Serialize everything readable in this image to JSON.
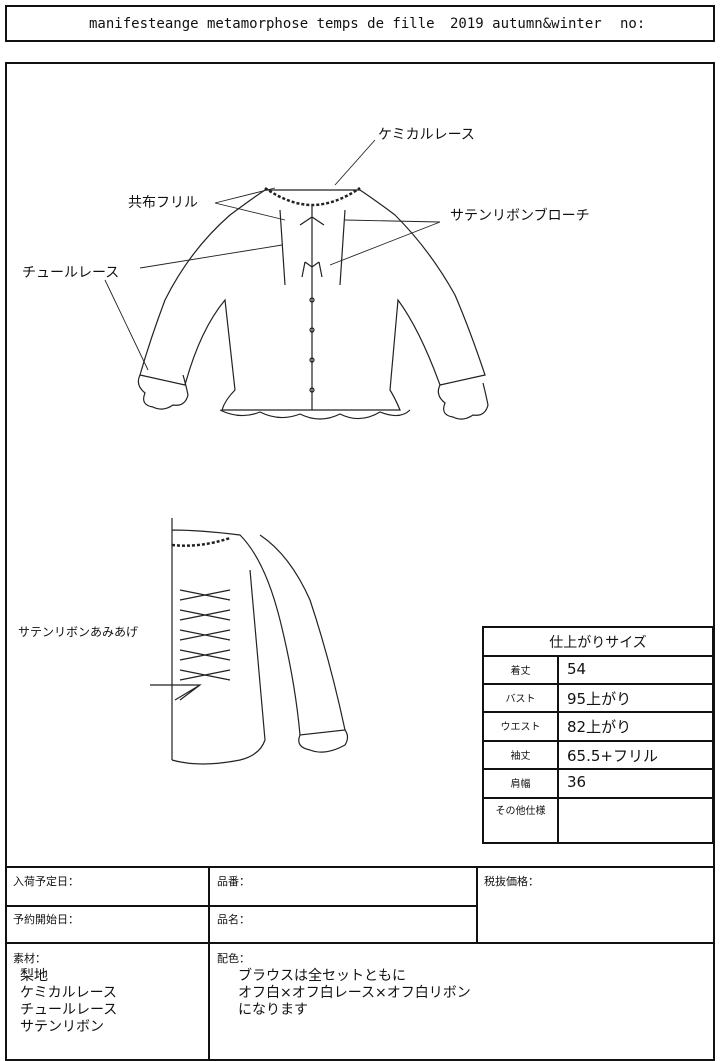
{
  "header": {
    "brand": "manifesteange metamorphose temps de fille",
    "season": "2019  autumn&winter",
    "no_label": "no:"
  },
  "annotations": {
    "chemical_lace": "ケミカルレース",
    "self_frill": "共布フリル",
    "satin_brooch": "サテンリボンブローチ",
    "tulle_lace": "チュールレース",
    "satin_lacing": "サテンリボンあみあげ"
  },
  "size_table": {
    "title": "仕上がりサイズ",
    "rows": [
      {
        "label": "着丈",
        "value": "54"
      },
      {
        "label": "バスト",
        "value": "95上がり"
      },
      {
        "label": "ウエスト",
        "value": "82上がり"
      },
      {
        "label": "袖丈",
        "value": "65.5+フリル"
      },
      {
        "label": "肩幅",
        "value": "36"
      },
      {
        "label": "その他仕様",
        "value": ""
      }
    ]
  },
  "footer": {
    "arrival_date": "入荷予定日：",
    "item_no": "品番：",
    "price": "税抜価格：",
    "reservation_date": "予約開始日：",
    "item_name": "品名：",
    "material_label": "素材：",
    "materials": [
      "梨地",
      "ケミカルレース",
      "チュールレース",
      "サテンリボン"
    ],
    "color_label": "配色：",
    "color_lines": [
      "ブラウスは全セットともに",
      "オフ白×オフ白レース×オフ白リボン",
      "になります"
    ]
  }
}
